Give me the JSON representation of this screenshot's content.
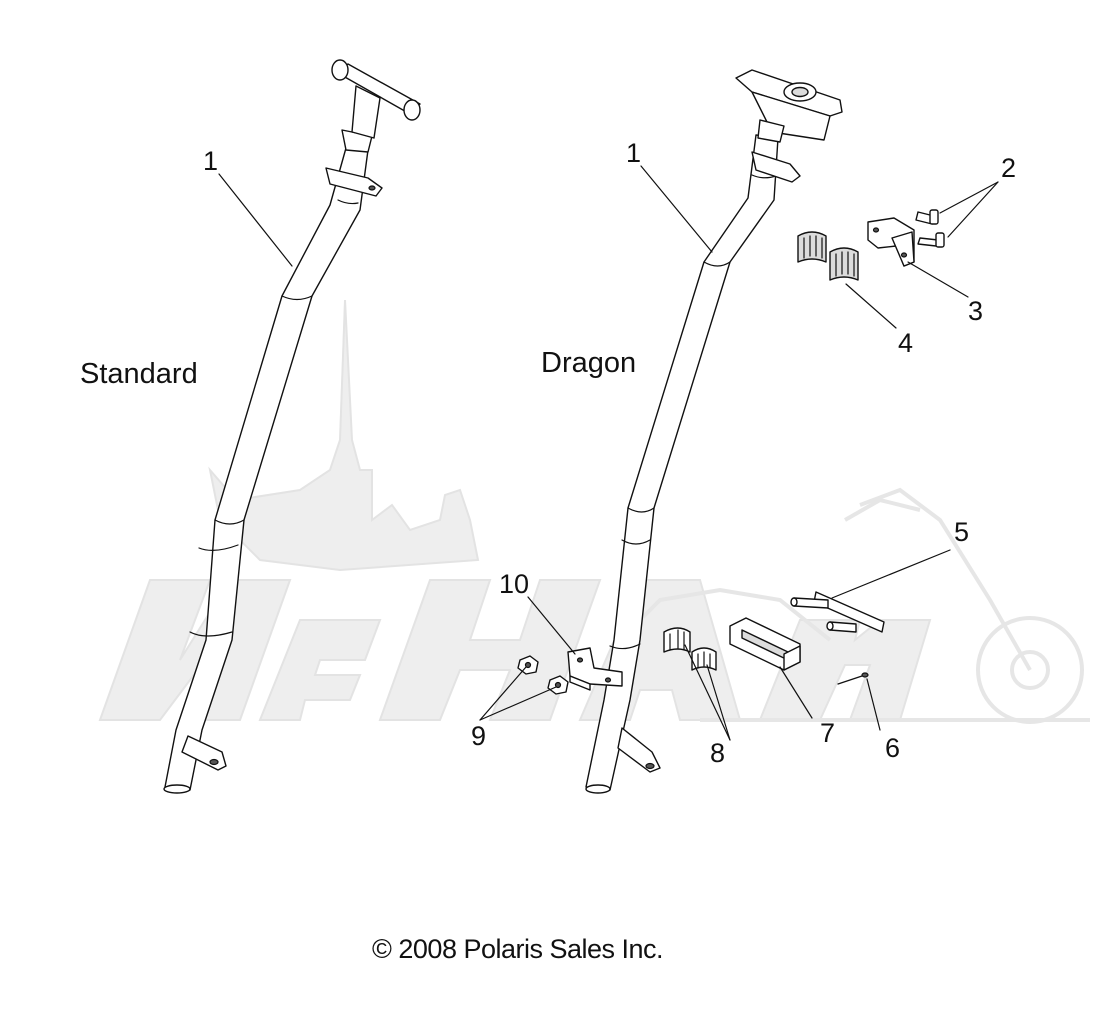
{
  "colors": {
    "line": "#111111",
    "watermark": "#eeeeee",
    "background": "#ffffff"
  },
  "diagram": {
    "variants": {
      "standard": "Standard",
      "dragon": "Dragon"
    },
    "callouts": {
      "standard_1": "1",
      "dragon_1": "1",
      "c2": "2",
      "c3": "3",
      "c4": "4",
      "c5": "5",
      "c6": "6",
      "c7": "7",
      "c8": "8",
      "c9": "9",
      "c10": "10"
    },
    "copyright": "© 2008 Polaris Sales Inc."
  }
}
